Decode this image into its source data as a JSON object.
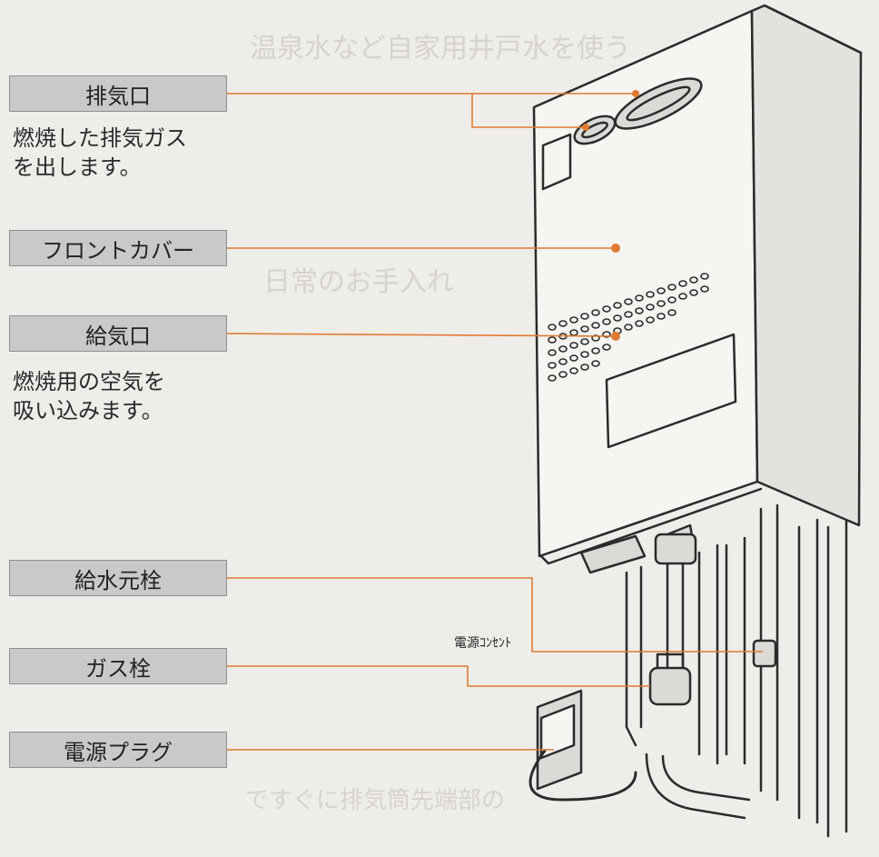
{
  "callouts": [
    {
      "id": "exhaust",
      "label": "排気口",
      "description": [
        "燃焼した排気ガス",
        "を出します。"
      ]
    },
    {
      "id": "front-cover",
      "label": "フロントカバー"
    },
    {
      "id": "intake",
      "label": "給気口",
      "description": [
        "燃焼用の空気を",
        "吸い込みます。"
      ]
    },
    {
      "id": "water-valve",
      "label": "給水元栓"
    },
    {
      "id": "gas-valve",
      "label": "ガス栓"
    },
    {
      "id": "power-plug",
      "label": "電源プラグ"
    }
  ],
  "outlet_label": "電源ｺﾝｾﾝﾄ",
  "colors": {
    "leader": "#e07a30",
    "box": "#c9c9c9",
    "background": "#efede9"
  }
}
